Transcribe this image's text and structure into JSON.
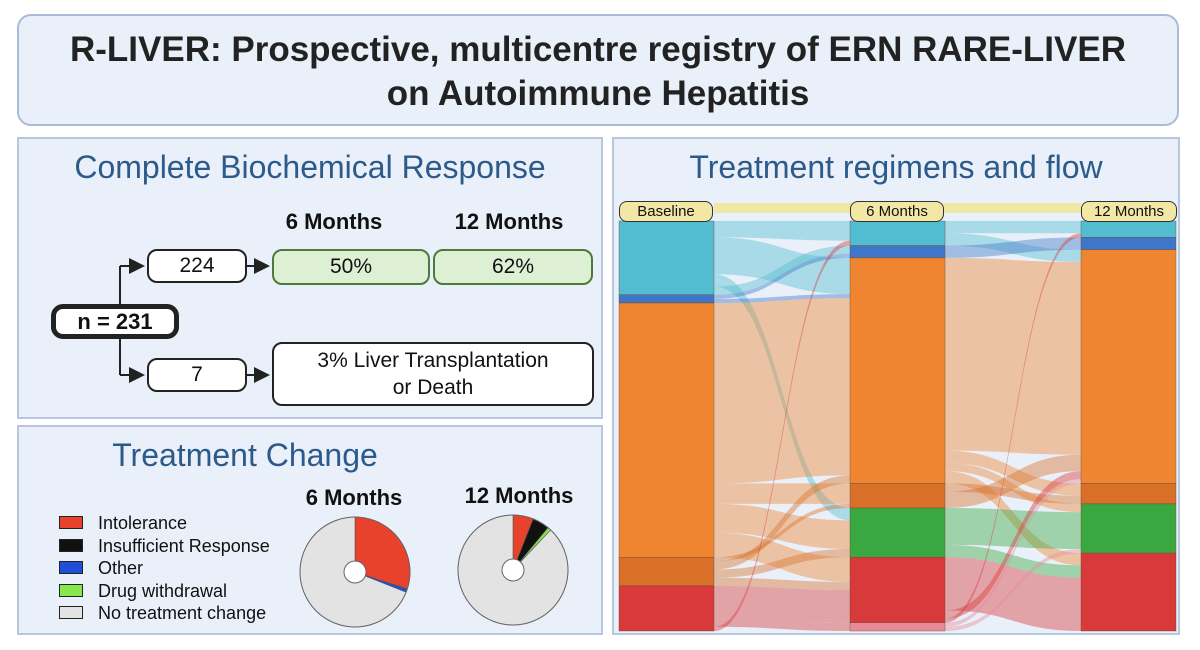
{
  "title": {
    "line1": "R-LIVER: Prospective, multicentre registry of ERN RARE-LIVER",
    "line2": "on Autoimmune Hepatitis"
  },
  "response": {
    "heading": "Complete Biochemical Response",
    "col_6": "6 Months",
    "col_12": "12 Months",
    "n_total": "n = 231",
    "upper_count": "224",
    "upper_6m": "50%",
    "upper_12m": "62%",
    "lower_count": "7",
    "lower_line1": "3% Liver Transplantation",
    "lower_line2": "or Death"
  },
  "treatment_change": {
    "heading": "Treatment Change",
    "col_6": "6 Months",
    "col_12": "12 Months",
    "legend": [
      {
        "label": "Intolerance",
        "color": "#e8412c"
      },
      {
        "label": "Insufficient Response",
        "color": "#111111"
      },
      {
        "label": "Other",
        "color": "#1f4ed8"
      },
      {
        "label": "Drug withdrawal",
        "color": "#86e84a"
      },
      {
        "label": "No treatment change",
        "color": "#e3e3e3"
      }
    ],
    "pie_6m": [
      {
        "category": "Intolerance",
        "value": 30
      },
      {
        "category": "Other",
        "value": 1
      },
      {
        "category": "No treatment change",
        "value": 69
      }
    ],
    "pie_12m": [
      {
        "category": "Intolerance",
        "value": 6
      },
      {
        "category": "Insufficient Response",
        "value": 5
      },
      {
        "category": "Drug withdrawal",
        "value": 1
      },
      {
        "category": "No treatment change",
        "value": 88
      }
    ]
  },
  "flow": {
    "heading": "Treatment regimens and flow",
    "stages": [
      "Baseline",
      "6 Months",
      "12 Months"
    ],
    "colors": {
      "teal": "#52bcd0",
      "blue": "#3f76c8",
      "orange": "#ef8530",
      "darkorange": "#d9702a",
      "green": "#3aa840",
      "red": "#d8393a",
      "pink": "#e98a9a",
      "yellow": "#eee8a3"
    },
    "columns": [
      [
        {
          "color": "teal",
          "value": 18
        },
        {
          "color": "blue",
          "value": 2
        },
        {
          "color": "orange",
          "value": 62
        },
        {
          "color": "darkorange",
          "value": 7
        },
        {
          "color": "red",
          "value": 11
        }
      ],
      [
        {
          "color": "teal",
          "value": 6
        },
        {
          "color": "blue",
          "value": 3
        },
        {
          "color": "orange",
          "value": 55
        },
        {
          "color": "darkorange",
          "value": 6
        },
        {
          "color": "green",
          "value": 12
        },
        {
          "color": "red",
          "value": 16
        },
        {
          "color": "pink",
          "value": 2
        }
      ],
      [
        {
          "color": "teal",
          "value": 4
        },
        {
          "color": "blue",
          "value": 3
        },
        {
          "color": "orange",
          "value": 57
        },
        {
          "color": "darkorange",
          "value": 5
        },
        {
          "color": "green",
          "value": 12
        },
        {
          "color": "red",
          "value": 19
        }
      ]
    ],
    "links": [
      [
        {
          "from": "teal",
          "to": "teal",
          "value": 4
        },
        {
          "from": "teal",
          "to": "orange",
          "value": 9
        },
        {
          "from": "teal",
          "to": "green",
          "value": 3
        },
        {
          "from": "teal",
          "to": "blue",
          "value": 2
        },
        {
          "from": "blue",
          "to": "blue",
          "value": 1
        },
        {
          "from": "blue",
          "to": "orange",
          "value": 1
        },
        {
          "from": "orange",
          "to": "orange",
          "value": 44
        },
        {
          "from": "orange",
          "to": "darkorange",
          "value": 5
        },
        {
          "from": "orange",
          "to": "green",
          "value": 7
        },
        {
          "from": "orange",
          "to": "red",
          "value": 6
        },
        {
          "from": "darkorange",
          "to": "darkorange",
          "value": 1
        },
        {
          "from": "darkorange",
          "to": "orange",
          "value": 2
        },
        {
          "from": "darkorange",
          "to": "green",
          "value": 2
        },
        {
          "from": "darkorange",
          "to": "red",
          "value": 2
        },
        {
          "from": "red",
          "to": "red",
          "value": 8
        },
        {
          "from": "red",
          "to": "pink",
          "value": 2
        },
        {
          "from": "red",
          "to": "teal",
          "value": 1
        }
      ],
      [
        {
          "from": "teal",
          "to": "teal",
          "value": 3
        },
        {
          "from": "teal",
          "to": "orange",
          "value": 3
        },
        {
          "from": "blue",
          "to": "blue",
          "value": 3
        },
        {
          "from": "orange",
          "to": "orange",
          "value": 47
        },
        {
          "from": "orange",
          "to": "darkorange",
          "value": 3
        },
        {
          "from": "orange",
          "to": "green",
          "value": 2
        },
        {
          "from": "orange",
          "to": "red",
          "value": 3
        },
        {
          "from": "darkorange",
          "to": "darkorange",
          "value": 2
        },
        {
          "from": "darkorange",
          "to": "orange",
          "value": 4
        },
        {
          "from": "green",
          "to": "green",
          "value": 9
        },
        {
          "from": "green",
          "to": "red",
          "value": 3
        },
        {
          "from": "red",
          "to": "red",
          "value": 13
        },
        {
          "from": "red",
          "to": "orange",
          "value": 2
        },
        {
          "from": "red",
          "to": "teal",
          "value": 1
        },
        {
          "from": "pink",
          "to": "orange",
          "value": 1
        },
        {
          "from": "pink",
          "to": "green",
          "value": 1
        }
      ]
    ]
  }
}
